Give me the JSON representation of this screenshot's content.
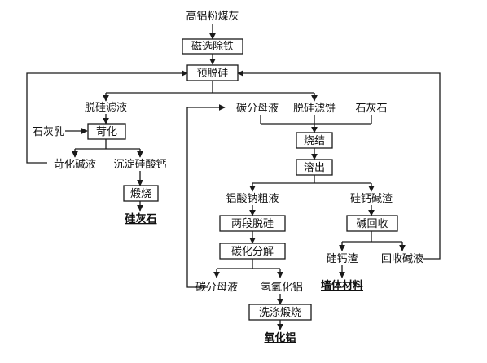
{
  "colors": {
    "line": "#1a1a1a",
    "text": "#111111",
    "background": "#ffffff"
  },
  "nodes": {
    "raw": "高铝粉煤灰",
    "magnetic": "磁选除铁",
    "predesil": "预脱硅",
    "desil_filtrate": "脱硅滤液",
    "lime_milk": "石灰乳",
    "causticize": "苛化",
    "caustic_liquor": "苛化碱液",
    "precip_casi": "沉淀硅酸钙",
    "calcine": "煅烧",
    "wollastonite": "硅灰石",
    "carb_mother_top": "碳分母液",
    "desil_cake": "脱硅滤饼",
    "limestone": "石灰石",
    "sinter": "烧结",
    "leach": "溶出",
    "crude_aluminate": "铝酸钠粗液",
    "ca_si_residue": "硅钙碱渣",
    "two_stage": "两段脱硅",
    "alkali_recovery": "碱回收",
    "carbonation": "碳化分解",
    "ca_si_slag": "硅钙渣",
    "recovered_alkali": "回收碱液",
    "wall_material": "墙体材料",
    "carb_mother_bottom": "碳分母液",
    "al_hydroxide": "氢氧化铝",
    "wash_calcine": "洗涤煅烧",
    "alumina": "氧化铝"
  }
}
